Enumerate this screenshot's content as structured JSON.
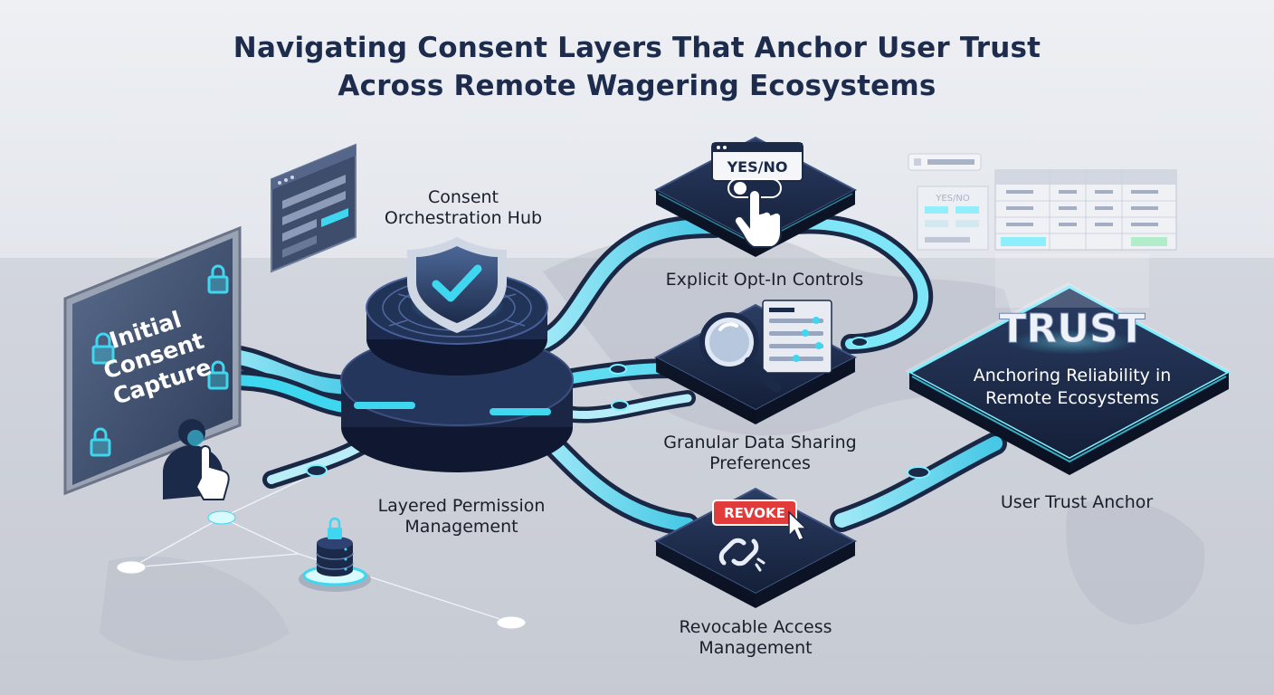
{
  "title": {
    "line1": "Navigating Consent Layers That Anchor User Trust",
    "line2": "Across Remote Wagering Ecosystems"
  },
  "nodes": {
    "initial_consent": {
      "text": [
        "Initial",
        "Consent",
        "Capture"
      ]
    },
    "hub": {
      "label": [
        "Consent",
        "Orchestration Hub"
      ]
    },
    "opt_in": {
      "badge": "YES/NO",
      "label": "Explicit Opt-In Controls"
    },
    "data_sharing": {
      "label": [
        "Granular Data Sharing",
        "Preferences"
      ]
    },
    "revoke": {
      "button": "REVOKE",
      "label": [
        "Revocable Access",
        "Management"
      ]
    },
    "layered": {
      "label": [
        "Layered Permission",
        "Management"
      ]
    },
    "trust": {
      "heading": "TRUST",
      "subtitle": [
        "Anchoring Reliability in",
        "Remote Ecosystems"
      ],
      "label": "User Trust Anchor"
    },
    "mini_panel": {
      "title": "YES/NO"
    }
  },
  "colors": {
    "navy": "#1c2a4a",
    "navy_dark": "#121c33",
    "cyan": "#3fd6ef",
    "cyan_glow": "#7ff0ff",
    "red": "#e23b3b"
  },
  "icons": [
    "lock-icon",
    "shield-check-icon",
    "hand-pointer-icon",
    "magnifier-icon",
    "cursor-icon",
    "broken-link-icon",
    "database-icon",
    "user-icon"
  ]
}
